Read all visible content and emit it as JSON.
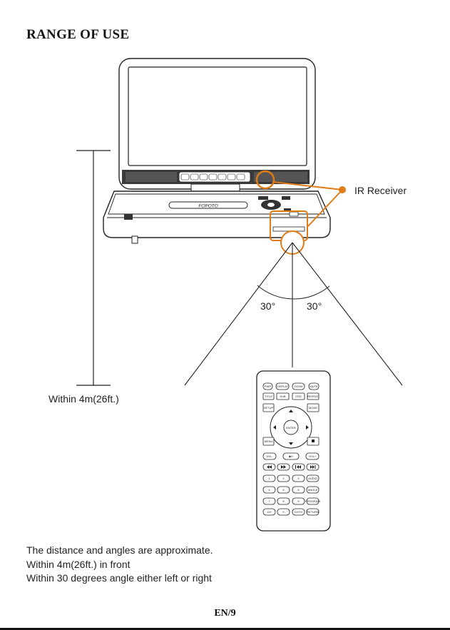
{
  "heading": "RANGE OF USE",
  "brand": "FOPOTO",
  "callout": {
    "ir_receiver": "IR Receiver"
  },
  "range": {
    "label": "Within 4m(26ft.)"
  },
  "angles": {
    "left": "30°",
    "right": "30°"
  },
  "notes": [
    "The distance and angles are approximate.",
    "Within 4m(26ft.) in front",
    "Within 30 degrees angle either left or right"
  ],
  "remote_labels": {
    "power": "PWR",
    "display": "DISPLAY",
    "zoom": "ZOOM",
    "mute": "MUTE",
    "title": "TITLE",
    "subtitle": "SUB",
    "osd": "OSD",
    "repeat": "REPEAT",
    "setup": "SETUP",
    "mode": "MODE",
    "enter": "ENTER",
    "menu": "MENU",
    "vol_minus": "VOL-",
    "play_pause": "▶II",
    "vol_plus": "VOL+",
    "num1": "1",
    "num2": "2",
    "num3": "3",
    "audio": "AUDIO",
    "num4": "4",
    "num5": "5",
    "num6": "6",
    "angle": "ANGLE",
    "num7": "7",
    "num8": "8",
    "num9": "9",
    "program": "PROGRAM",
    "ten_plus": "10+",
    "num0": "0",
    "goto": "GOTO",
    "return": "RETURN"
  },
  "colors": {
    "accent": "#E07B16",
    "line": "#1a1a1a",
    "text": "#222222"
  },
  "page_number": "EN/9"
}
